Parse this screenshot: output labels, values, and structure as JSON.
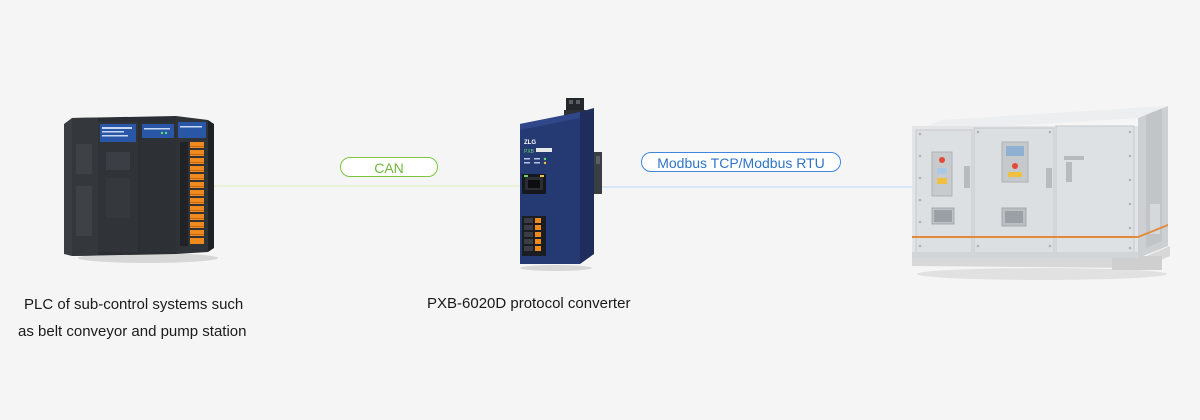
{
  "links": {
    "can_label": "CAN",
    "modbus_label": "Modbus TCP/Modbus RTU",
    "can_color": "#8cc83c",
    "modbus_color": "#3f86de"
  },
  "plc": {
    "caption_line1": "PLC of sub-control systems such",
    "caption_line2": "as belt conveyor and pump station"
  },
  "converter": {
    "caption": "PXB-6020D protocol converter",
    "logo_text": "ZLG",
    "model_text": "PXB"
  },
  "icons": {
    "plc": "plc-rack-icon",
    "converter": "protocol-converter-icon",
    "switchgear": "switchgear-cabinet-icon"
  }
}
